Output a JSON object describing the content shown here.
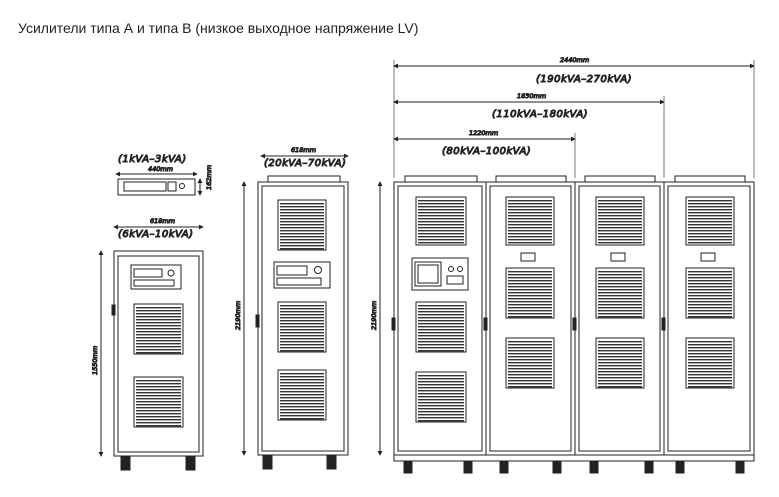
{
  "page": {
    "title": "Усилители типа А и типа В (низкое выходное напряжение LV)"
  },
  "units": [
    {
      "id": "u1",
      "range": "(1kVA–3kVA)",
      "width": "440mm",
      "height": "162mm"
    },
    {
      "id": "u2",
      "range": "(6kVA–10kVA)",
      "width": "618mm",
      "height": "1550mm"
    },
    {
      "id": "u3",
      "range": "(20kVA–70kVA)",
      "width": "618mm",
      "height": "2190mm"
    },
    {
      "id": "u4",
      "ranges": [
        {
          "range": "(190kVA–270kVA)",
          "width": "2440mm"
        },
        {
          "range": "(110kVA–180kVA)",
          "width": "1830mm"
        },
        {
          "range": "(80kVA–100kVA)",
          "width": "1220mm"
        }
      ],
      "height": "2190mm"
    }
  ]
}
